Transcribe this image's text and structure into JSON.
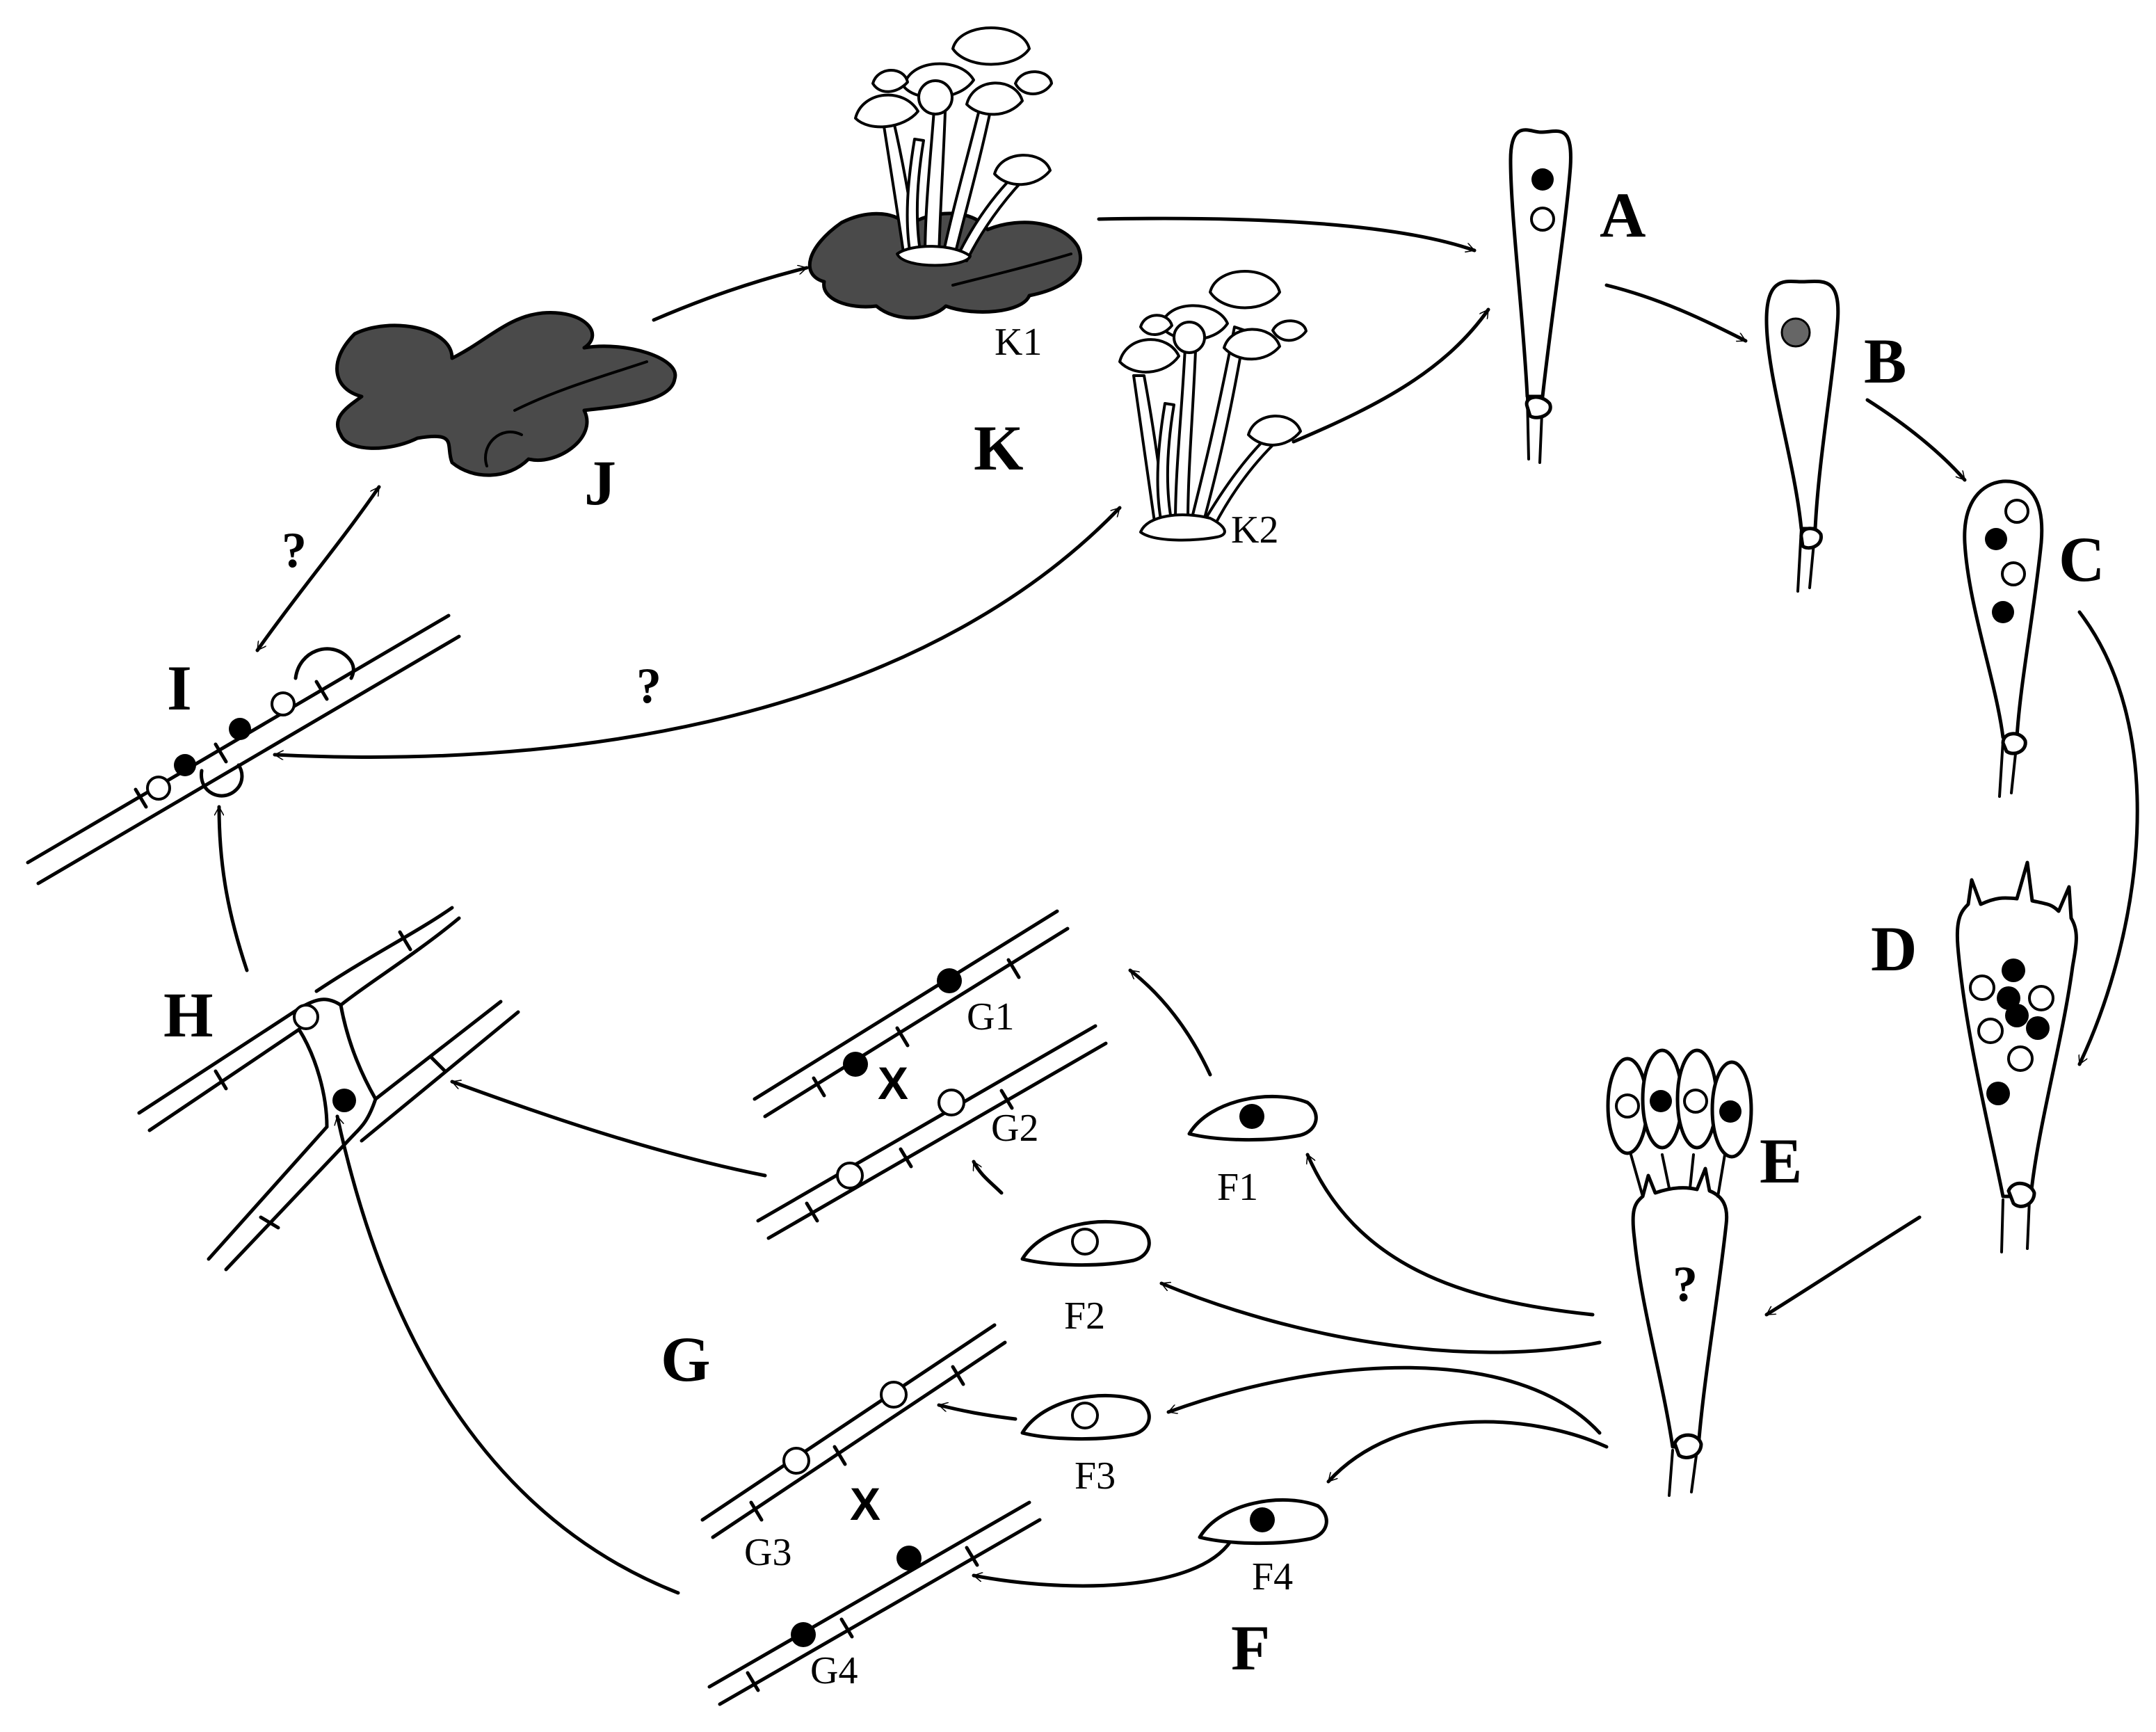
{
  "labels": {
    "A": "A",
    "B": "B",
    "C": "C",
    "D": "D",
    "E": "E",
    "F": "F",
    "G": "G",
    "H": "H",
    "I": "I",
    "J": "J",
    "K": "K",
    "K1": "K1",
    "K2": "K2",
    "F1": "F1",
    "F2": "F2",
    "F3": "F3",
    "F4": "F4",
    "G1": "G1",
    "G2": "G2",
    "G3": "G3",
    "G4": "G4"
  },
  "marks": {
    "question": "?",
    "cross": "X"
  },
  "colors": {
    "line": "#000000",
    "substrate": "#4a4a4a",
    "fused_nucleus": "#666666",
    "background": "#ffffff"
  }
}
